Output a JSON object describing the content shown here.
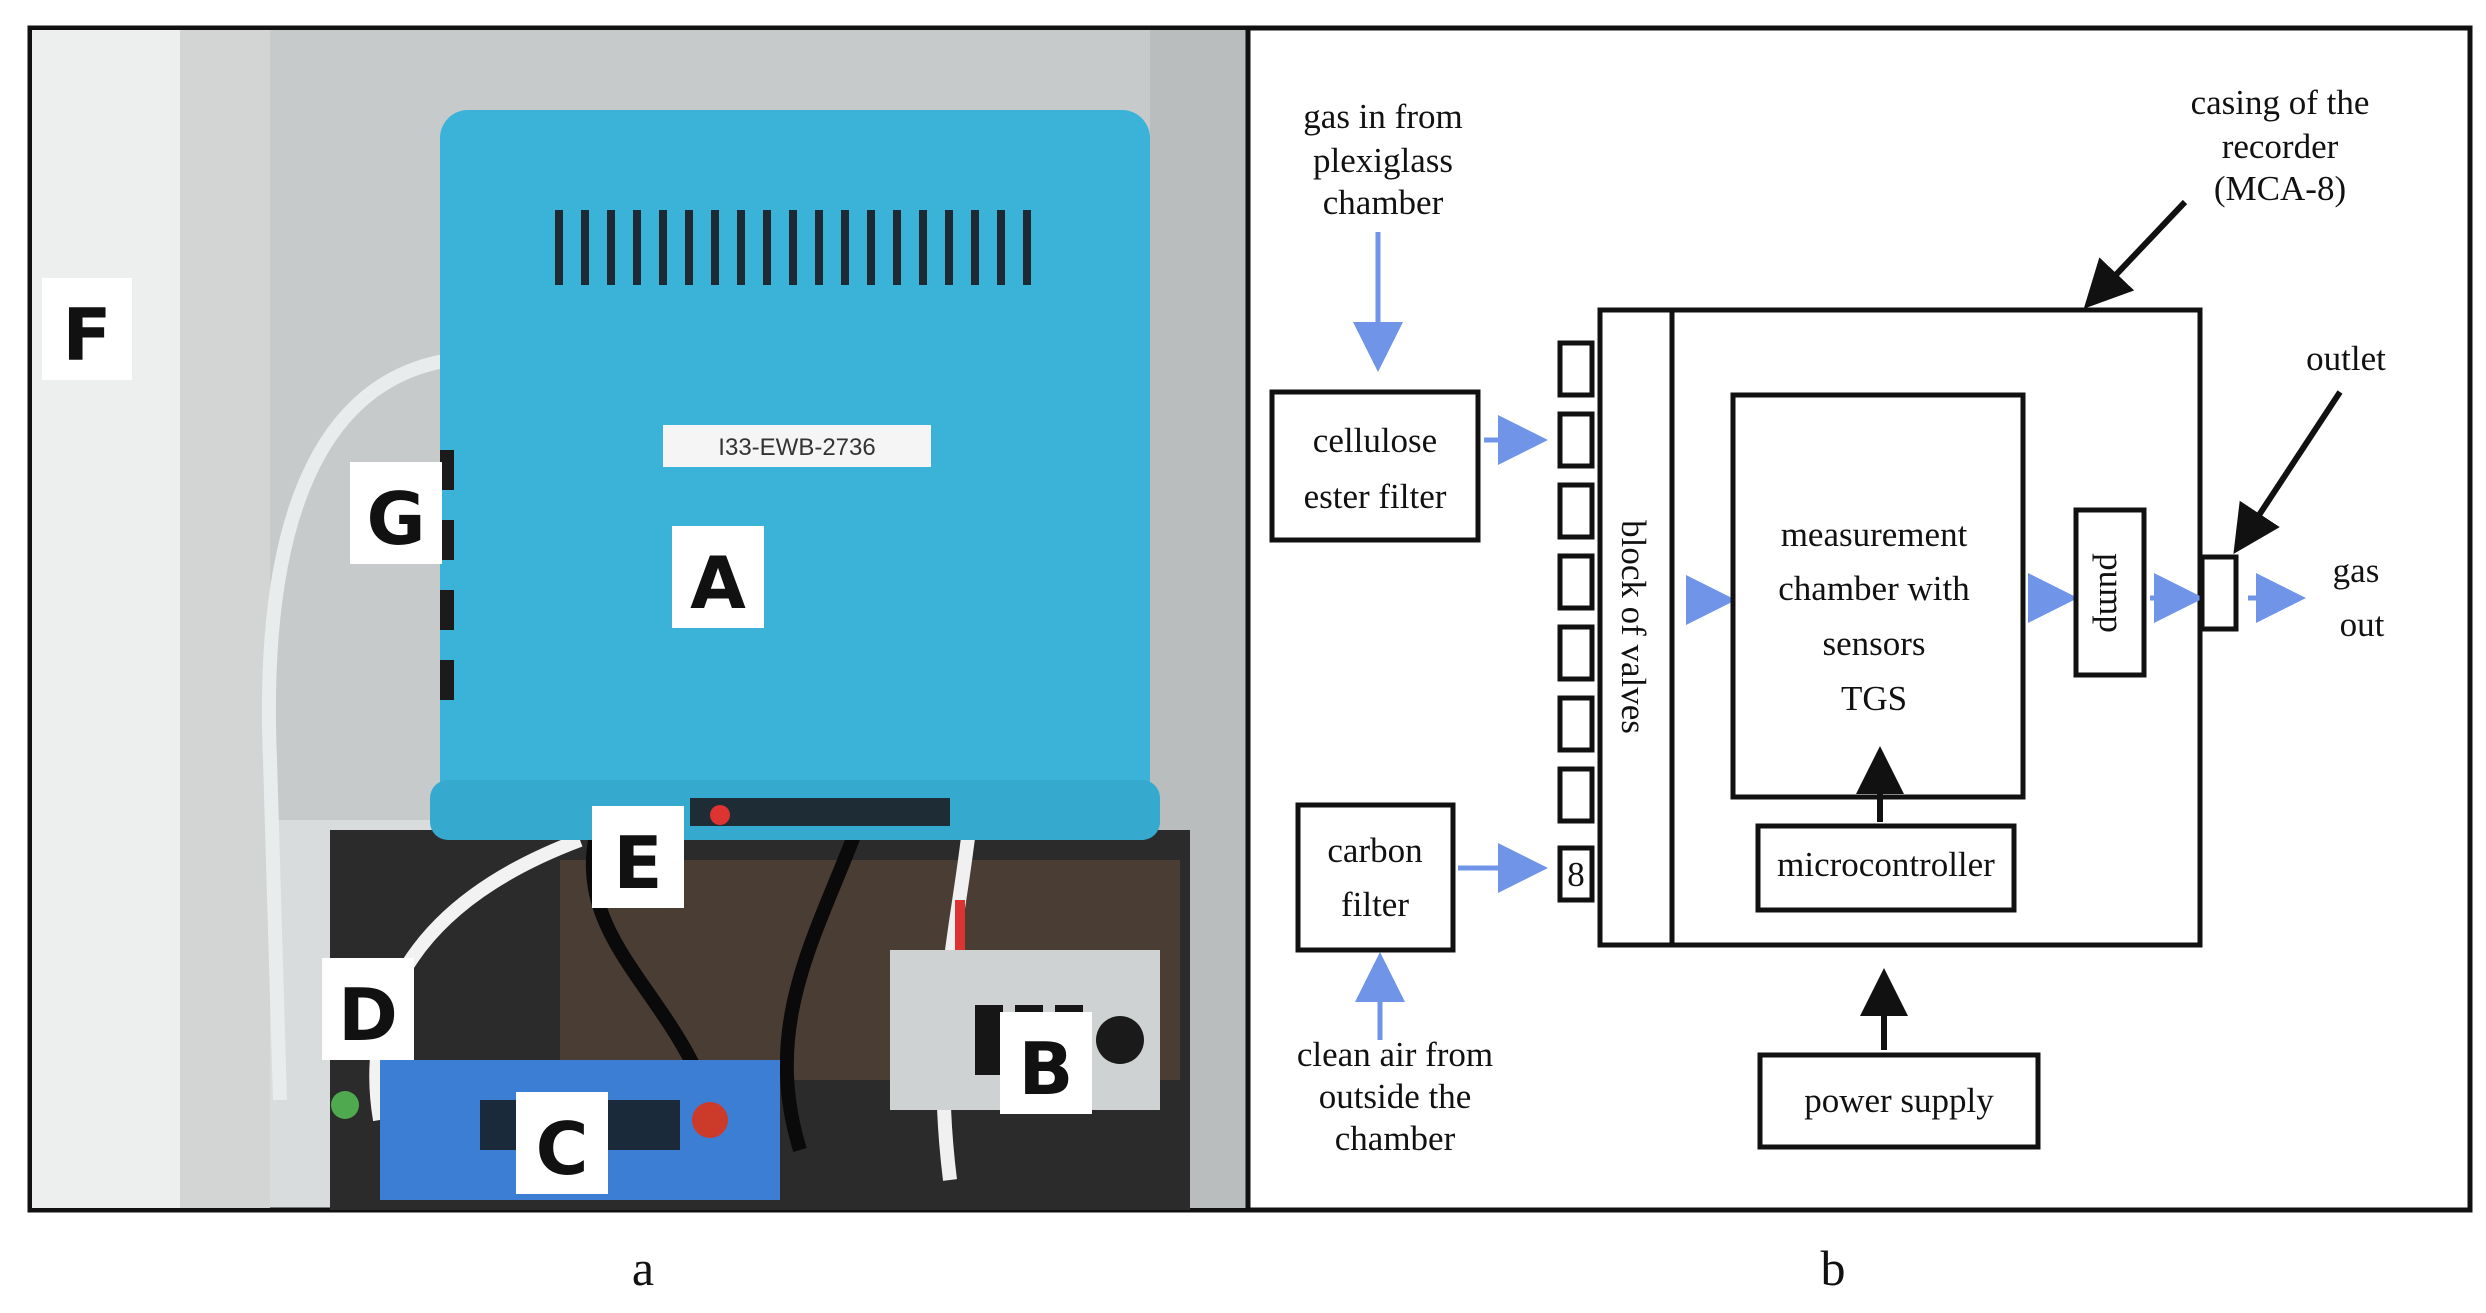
{
  "photo": {
    "labels": {
      "a": "A",
      "b": "B",
      "c": "C",
      "d": "D",
      "e": "E",
      "f": "F",
      "g": "G"
    },
    "device_tag": "I33-EWB-2736"
  },
  "diagram": {
    "inlet_top": [
      "gas in from",
      "plexiglass",
      "chamber"
    ],
    "casing": [
      "casing of the",
      "recorder",
      "(MCA-8)"
    ],
    "outlet": "outlet",
    "cellulose_filter": [
      "cellulose",
      "ester filter"
    ],
    "block_of_valves": "block of valves",
    "valve_8": "8",
    "measurement": [
      "measurement",
      "chamber with",
      "sensors",
      "TGS"
    ],
    "pump": "pump",
    "gas_out": [
      "gas",
      "out"
    ],
    "carbon_filter": [
      "carbon",
      "filter"
    ],
    "microcontroller": "microcontroller",
    "clean_air": [
      "clean air from",
      "outside the",
      "chamber"
    ],
    "power_supply": "power supply"
  },
  "captions": {
    "a": "a",
    "b": "b"
  },
  "colors": {
    "device": "#3bb3d8",
    "flow_arrow": "#6f94e8"
  }
}
